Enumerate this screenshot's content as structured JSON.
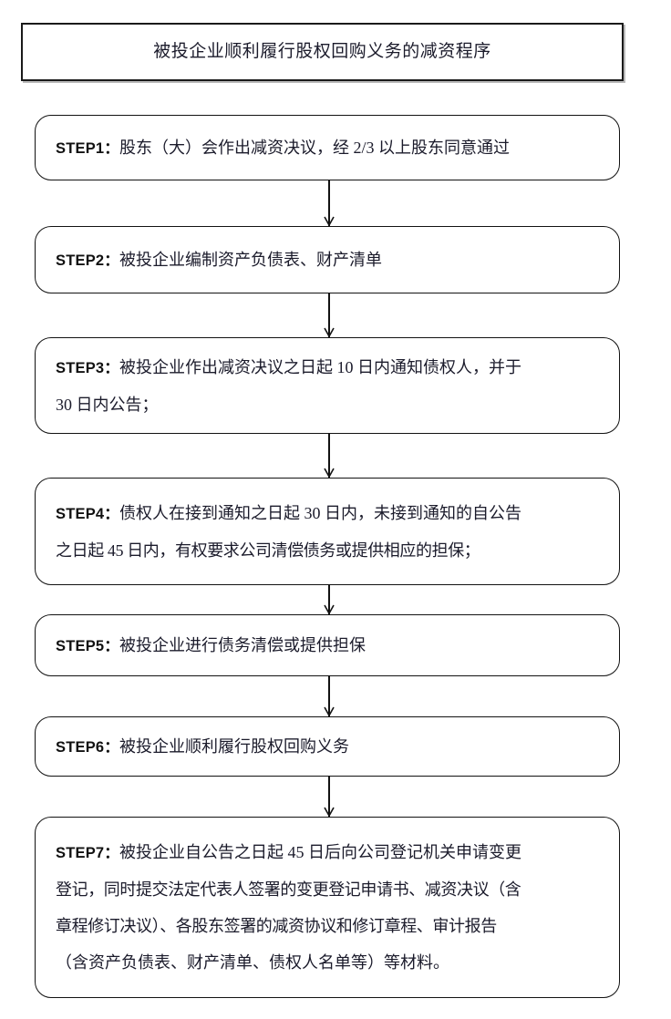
{
  "document": {
    "title": "被投企业顺利履行股权回购义务的减资程序",
    "type": "flowchart",
    "orientation": "vertical",
    "background_color": "#ffffff",
    "text_color": "#1b1b2b",
    "border_color": "#121212"
  },
  "title_box": {
    "label": "被投企业顺利履行股权回购义务的减资程序",
    "shape": "rectangle"
  },
  "steps": [
    {
      "id": "step-1",
      "tag": "STEP1：",
      "shape": "rounded-rectangle",
      "lines": [
        "股东（大）会作出减资决议，经 2/3 以上股东同意通过"
      ],
      "full_text": "STEP1：股东（大）会作出减资决议，经 2/3 以上股东同意通过"
    },
    {
      "id": "step-2",
      "tag": "STEP2：",
      "shape": "rounded-rectangle",
      "lines": [
        "被投企业编制资产负债表、财产清单"
      ],
      "full_text": "STEP2：被投企业编制资产负债表、财产清单"
    },
    {
      "id": "step-3",
      "tag": "STEP3：",
      "shape": "rounded-rectangle",
      "lines": [
        "被投企业作出减资决议之日起 10 日内通知债权人，并于",
        "30 日内公告；"
      ],
      "full_text": "STEP3：被投企业作出减资决议之日起 10 日内通知债权人，并于 30 日内公告；"
    },
    {
      "id": "step-4",
      "tag": "STEP4：",
      "shape": "rounded-rectangle",
      "lines": [
        "债权人在接到通知之日起 30 日内，未接到通知的自公告",
        "之日起 45 日内，有权要求公司清偿债务或提供相应的担保；"
      ],
      "full_text": "STEP4：债权人在接到通知之日起 30 日内，未接到通知的自公告之日起 45 日内，有权要求公司清偿债务或提供相应的担保；"
    },
    {
      "id": "step-5",
      "tag": "STEP5：",
      "shape": "rounded-rectangle",
      "lines": [
        "被投企业进行债务清偿或提供担保"
      ],
      "full_text": "STEP5：被投企业进行债务清偿或提供担保"
    },
    {
      "id": "step-6",
      "tag": "STEP6：",
      "shape": "rounded-rectangle",
      "lines": [
        "被投企业顺利履行股权回购义务"
      ],
      "full_text": "STEP6：被投企业顺利履行股权回购义务"
    },
    {
      "id": "step-7",
      "tag": "STEP7：",
      "shape": "rounded-rectangle",
      "lines": [
        "被投企业自公告之日起 45 日后向公司登记机关申请变更",
        "登记，同时提交法定代表人签署的变更登记申请书、减资决议（含",
        "章程修订决议）、各股东签署的减资协议和修订章程、审计报告",
        "（含资产负债表、财产清单、债权人名单等）等材料。"
      ],
      "full_text": "STEP7：被投企业自公告之日起 45 日后向公司登记机关申请变更登记，同时提交法定代表人签署的变更登记申请书、减资决议（含章程修订决议）、各股东签署的减资协议和修订章程、审计报告（含资产负债表、财产清单、债权人名单等）等材料。"
    }
  ],
  "connectors": [
    {
      "id": "conn-1-2",
      "from": "step-1",
      "to": "step-2",
      "icon": "down-arrow-icon"
    },
    {
      "id": "conn-2-3",
      "from": "step-2",
      "to": "step-3",
      "icon": "down-arrow-icon"
    },
    {
      "id": "conn-3-4",
      "from": "step-3",
      "to": "step-4",
      "icon": "down-arrow-icon"
    },
    {
      "id": "conn-4-5",
      "from": "step-4",
      "to": "step-5",
      "icon": "down-arrow-icon"
    },
    {
      "id": "conn-5-6",
      "from": "step-5",
      "to": "step-6",
      "icon": "down-arrow-icon"
    },
    {
      "id": "conn-6-7",
      "from": "step-6",
      "to": "step-7",
      "icon": "down-arrow-icon"
    }
  ]
}
